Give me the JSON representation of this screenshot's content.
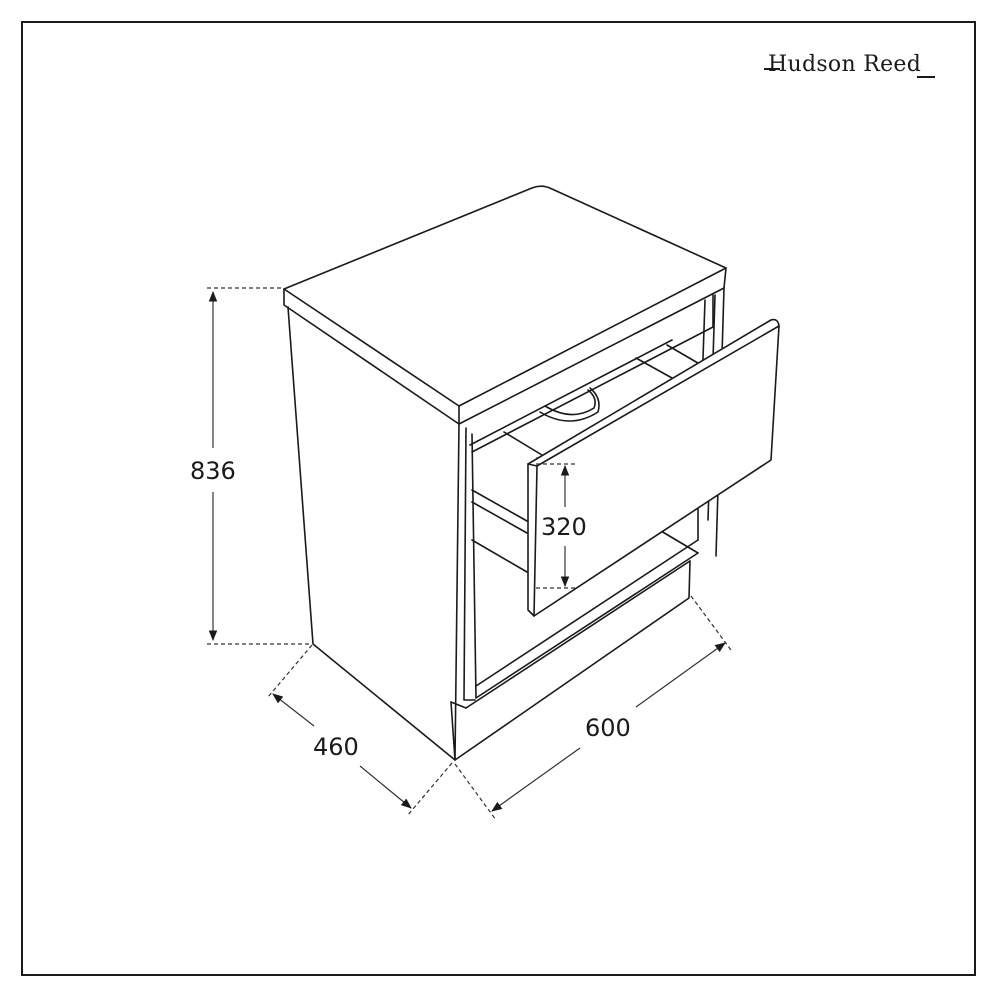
{
  "brand": {
    "name": "Hudson Reed"
  },
  "drawing": {
    "subject": "Two-drawer vanity cabinet unit, isometric line drawing with top drawer open",
    "units": "mm"
  },
  "dimensions": {
    "height": {
      "label": "836"
    },
    "drawer_height": {
      "label": "320"
    },
    "depth": {
      "label": "460"
    },
    "width": {
      "label": "600"
    }
  },
  "colors": {
    "line": "#1a1a1a",
    "background": "#ffffff",
    "dim_line": "#333333"
  }
}
